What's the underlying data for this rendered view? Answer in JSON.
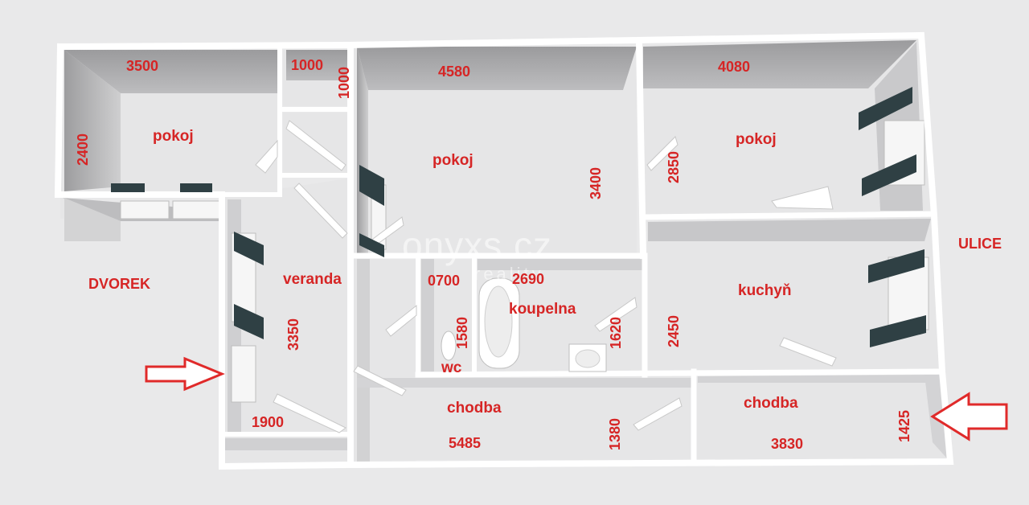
{
  "rooms": {
    "pokoj_left": "pokoj",
    "pokoj_middle": "pokoj",
    "pokoj_right": "pokoj",
    "veranda": "veranda",
    "koupelna": "koupelna",
    "wc": "wc",
    "kuchyn": "kuchyň",
    "chodba_left": "chodba",
    "chodba_right": "chodba"
  },
  "outside": {
    "courtyard": "DVOREK",
    "street": "ULICE"
  },
  "dimensions": {
    "pokoj_left_width": "3500",
    "pokoj_left_depth": "2400",
    "closet_width": "1000",
    "closet_depth": "1000",
    "pokoj_middle_width": "4580",
    "pokoj_middle_depth": "3400",
    "pokoj_right_width": "4080",
    "pokoj_right_depth": "2850",
    "kuchyn_depth": "2450",
    "veranda_depth": "3350",
    "veranda_width": "1900",
    "wc_width": "0700",
    "wc_depth": "1580",
    "koupelna_width": "2690",
    "koupelna_depth": "1620",
    "chodba_left_width": "5485",
    "chodba_left_depth": "1380",
    "chodba_right_width": "3830",
    "chodba_right_depth": "1425"
  },
  "watermark": {
    "main": "onyxs.cz",
    "sub": "reality"
  },
  "colors": {
    "label": "#d62525",
    "wall": "#ffffff",
    "floor": "#e6e6e7",
    "wall_shadow": "#a7a7a9",
    "radiator": "#2f4044"
  }
}
